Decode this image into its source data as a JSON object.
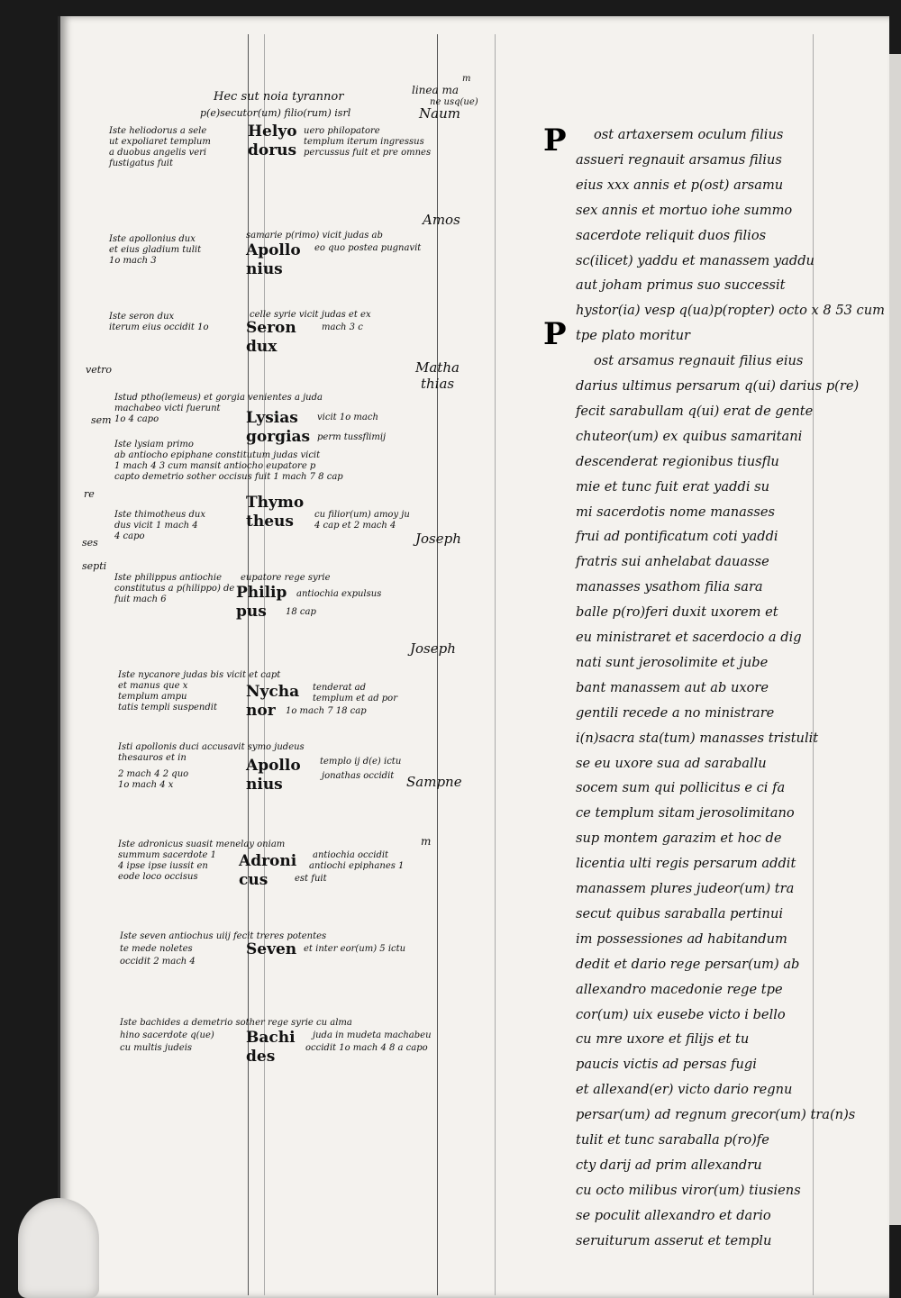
{
  "column_header": [
    "Hec sut noia tyrannor",
    "p(e)secutor(um) filio(rum) isrl"
  ],
  "entries": [
    {
      "id": "heliodorus",
      "text": [
        "Iste heliodorus a sele",
        "ut expoliaret templum",
        "a duobus angelis veri",
        "fustigatus fuit"
      ],
      "name": [
        "Helyo",
        "dorus"
      ],
      "note": [
        "uero philopatore",
        "templum iterum ingressus",
        "percussus fuit et pre omnes"
      ]
    },
    {
      "id": "apollonius-1",
      "text": [
        "Iste apollonius dux",
        "et eius gladium tulit",
        "1o mach 3"
      ],
      "name": [
        "Apollo",
        "nius"
      ],
      "note": [
        "samarie p(rimo) vicit judas ab",
        "eo quo postea pugnavit"
      ]
    },
    {
      "id": "seron",
      "text": [
        "Iste seron dux",
        "iterum eius occidit 1o"
      ],
      "name": [
        "Seron",
        "dux"
      ],
      "note": [
        "celle syrie vicit judas et ex",
        "mach 3 c"
      ]
    },
    {
      "id": "lysias-gorgias",
      "text": [
        "Istud ptho(lemeus) et gorgia venientes a juda",
        "machabeo victi fuerunt",
        "1o 4 capo",
        "Iste lysiam primo",
        "ab antiocho epiphane constitutum judas vicit",
        "1 mach 4 3 cum mansit antiocho eupatore p",
        "capto demetrio sother occisus fuit 1 mach 7 8 cap"
      ],
      "name": [
        "Lysias",
        "gorgias"
      ],
      "note": [
        "vicit 1o mach",
        "perm tussflimij"
      ]
    },
    {
      "id": "thimotheus",
      "text": [
        "Iste thimotheus dux",
        "dus vicit 1 mach 4",
        "4 capo"
      ],
      "name": [
        "Thymo",
        "theus"
      ],
      "note": [
        "cu filior(um) amoy ju",
        "4 cap et 2 mach 4"
      ]
    },
    {
      "id": "philippus",
      "text": [
        "Iste philippus antiochie",
        "constitutus a p(hilippo) de",
        "fuit mach 6"
      ],
      "name": [
        "Philip",
        "pus"
      ],
      "note": [
        "eupatore rege syrie",
        "antiochia expulsus",
        "18 cap"
      ]
    },
    {
      "id": "nychanor",
      "text": [
        "Iste nycanore judas bis vicit et capt",
        "et manus que x",
        "templum ampu",
        "tatis templi suspendit"
      ],
      "name": [
        "Nycha",
        "nor"
      ],
      "note": [
        "tenderat ad",
        "templum et ad por",
        "1o mach 7 18 cap"
      ]
    },
    {
      "id": "apollonius-2",
      "text": [
        "Isti apollonis duci accusavit symo judeus",
        "thesauros et in",
        "2 mach 4 2 quo",
        "1o mach 4 x"
      ],
      "name": [
        "Apollo",
        "nius"
      ],
      "note": [
        "templo ij d(e) ictu",
        "jonathas occidit"
      ]
    },
    {
      "id": "andronicus",
      "text": [
        "Iste adronicus suasit menelay oniam",
        "summum sacerdote 1",
        "4 ipse ipse iussit en",
        "eode loco occisus"
      ],
      "name": [
        "Adroni",
        "cus"
      ],
      "note": [
        "antiochia occidit",
        "antiochi epiphanes 1",
        "est fuit"
      ]
    },
    {
      "id": "seven",
      "text": [
        "Iste seven antiochus uiij fecit treres potentes",
        "te mede noletes",
        "occidit 2 mach 4"
      ],
      "name": [
        "Seven"
      ],
      "note": [
        "et inter eor(um) 5 ictu"
      ]
    },
    {
      "id": "bachides",
      "text": [
        "Iste bachides a demetrio sother rege syrie cu alma",
        "hino sacerdote q(ue)",
        "cu multis judeis"
      ],
      "name": [
        "Bachi",
        "des"
      ],
      "note": [
        "juda in mudeta machabeu",
        "occidit 1o mach 4 8 a capo"
      ]
    }
  ],
  "prophets": [
    {
      "id": "linea",
      "text": [
        "m",
        "linea ma",
        "ne usq(ue)"
      ]
    },
    {
      "id": "naum",
      "text": [
        "Naum"
      ]
    },
    {
      "id": "amos",
      "text": [
        "Amos"
      ]
    },
    {
      "id": "mathathias",
      "text": [
        "Matha",
        "thias"
      ]
    },
    {
      "id": "joseph-1",
      "text": [
        "Joseph"
      ]
    },
    {
      "id": "joseph-2",
      "text": [
        "Joseph"
      ]
    },
    {
      "id": "sampne",
      "text": [
        "Sampne"
      ]
    },
    {
      "id": "m-mark",
      "text": [
        "m"
      ]
    }
  ],
  "margin_notes": [
    {
      "id": "vetro",
      "text": "vetro"
    },
    {
      "id": "sem",
      "text": "sem"
    },
    {
      "id": "re",
      "text": "re"
    },
    {
      "id": "ses",
      "text": "ses"
    },
    {
      "id": "septi",
      "text": "septi"
    }
  ],
  "main_text": {
    "paragraph_1": {
      "initial": "P",
      "lines": [
        "ost artaxersem oculum filius",
        "assueri regnauit arsamus filius",
        "eius xxx annis et p(ost) arsamu",
        "sex annis et mortuo iohe summo",
        "sacerdote reliquit duos filios",
        "sc(ilicet) yaddu et manassem yaddu",
        "aut joham primus suo successit",
        "hystor(ia) vesp q(ua)p(ropter) octo x 8 53 cum",
        "tpe plato moritur"
      ]
    },
    "paragraph_2": {
      "initial": "P",
      "lines": [
        "ost arsamus regnauit filius eius",
        "darius ultimus persarum q(ui) darius p(re)",
        "fecit sarabullam q(ui) erat de gente",
        "chuteor(um) ex quibus samaritani",
        "descenderat regionibus tiusflu",
        "mie et tunc fuit erat yaddi su",
        "mi sacerdotis nome manasses",
        "frui ad pontificatum coti yaddi",
        "fratris sui anhelabat dauasse",
        "manasses ysathom filia sara",
        "balle p(ro)feri duxit uxorem et",
        "eu ministraret et sacerdocio a dig",
        "nati sunt jerosolimite et jube",
        "bant manassem aut ab uxore",
        "gentili recede a no ministrare",
        "i(n)sacra sta(tum) manasses tristulit",
        "se eu uxore sua ad saraballu",
        "socem sum qui pollicitus e ci fa",
        "ce templum sitam jerosolimitano",
        "sup montem garazim et hoc de",
        "licentia ulti regis persarum addit",
        "manassem plures judeor(um) tra",
        "secut quibus saraballa pertinui",
        "im possessiones ad habitandum",
        "dedit et dario rege persar(um) ab",
        "allexandro macedonie rege tpe",
        "cor(um) uix eusebe victo i bello",
        "cu mre uxore et filijs et tu",
        "paucis victis ad persas fugi",
        "et allexand(er) victo dario regnu",
        "persar(um) ad regnum grecor(um) tra(n)s",
        "tulit et tunc saraballa p(ro)fe",
        "cty darij ad prim allexandru",
        "cu octo milibus viror(um) tiusiens",
        "se poculit allexandro et dario",
        "seruiturum asserut et templu"
      ]
    }
  }
}
